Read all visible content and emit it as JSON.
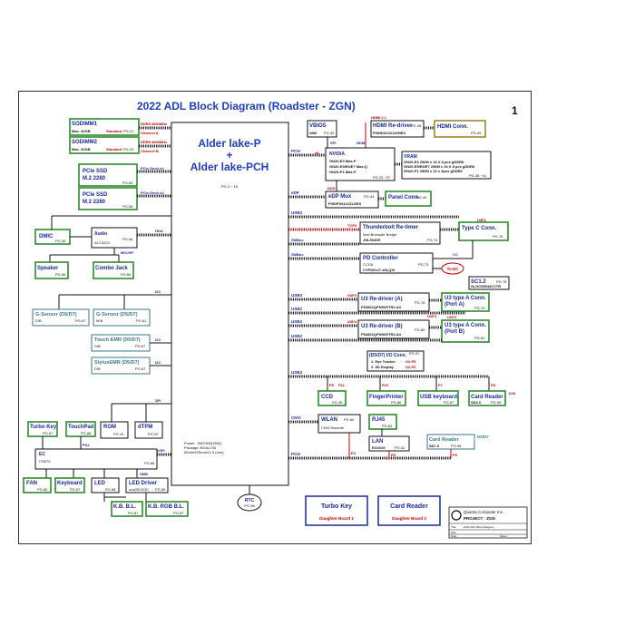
{
  "page_number": "1",
  "title": "2022 ADL Block Diagram (Roadster - ZGN)",
  "cpu": {
    "line1": "Alder lake-P",
    "plus": "+",
    "line2": "Alder lake-PCH",
    "page": "PG.2 ~ 15",
    "note1": "Power : 9W/15W(45W)",
    "note2": "Package: BGA1744",
    "note3": "50mmX25mmX1.3 (mm)"
  },
  "sodimm1": {
    "name": "SODIMM1",
    "cap": "Max. 32GB",
    "tag": "Standard",
    "page": "PG.21",
    "bus": "DDR5 4800MHz",
    "ch": "Channel A"
  },
  "sodimm2": {
    "name": "SODIMM2",
    "cap": "Max. 32GB",
    "tag": "Standard",
    "page": "PG.22",
    "bus": "DDR5 4800MHz",
    "ch": "Channel B"
  },
  "ssd1": {
    "name": "PCIe SSD",
    "form": "M.2 2280",
    "page": "PG.53",
    "bus": "PCIe Gen4 x4"
  },
  "ssd2": {
    "name": "PCIe SSD",
    "form": "M.2 2280",
    "page": "PG.55",
    "bus": "PCIe Gen4 x4"
  },
  "dmic": {
    "name": "DMIC",
    "page": "PG.45"
  },
  "audio": {
    "name": "Audio",
    "chip": "ALC3224",
    "page": "PG.64",
    "bus": "HDA",
    "mic": "MIC/HP"
  },
  "speaker": {
    "name": "Speaker",
    "page": "PG.66"
  },
  "combo": {
    "name": "Combo Jack",
    "page": "PG.66"
  },
  "gsensor1": {
    "name": "G-Sensor (D5/D7)",
    "sub": "D/B",
    "page": "PG.67"
  },
  "gsensor2": {
    "name": "G-Sensor (D5/D7)",
    "sub": "M/B",
    "page": "PG.61"
  },
  "touch_emr": {
    "name": "Touch EMR (D5/D7)",
    "sub": "D/B",
    "page": "PG.67"
  },
  "stylus_emr": {
    "name": "StylusEMR (D5/D7)",
    "sub": "D/B",
    "page": "PG.67"
  },
  "bus_i2c": "I2C",
  "bus_spi": "SPI",
  "bus_espi": "eSPI",
  "bus_smb": "SMB",
  "bus_ps2": "PS2",
  "turbo_key": {
    "name": "Turbo Key",
    "page": "PG.67"
  },
  "touchpad": {
    "name": "TouchPad",
    "page": "PG.86"
  },
  "rom": {
    "name": "ROM",
    "page": "PG.19"
  },
  "dtpm": {
    "name": "dTPM",
    "page": "PG.20"
  },
  "ec": {
    "name": "EC",
    "chip": "IT5570",
    "page": "PG.86"
  },
  "fan": {
    "name": "FAN",
    "page": "PG.85"
  },
  "keyboard": {
    "name": "Keyboard",
    "page": "PG.87"
  },
  "led": {
    "name": "LED",
    "page": "PG.88"
  },
  "led_driver": {
    "name": "LED Driver",
    "chip": "onsiSK3130",
    "page": "PG.89"
  },
  "kb_bl": {
    "name": "K.B. B.L.",
    "page": "PG.87"
  },
  "kb_rgb": {
    "name": "K.B. RGB B.L.",
    "page": "PG.87"
  },
  "rtc": {
    "name": "RTC",
    "page": "PG.56"
  },
  "vbios": {
    "name": "VBIOS",
    "size": "16M",
    "page": "PG.30"
  },
  "hdmi_redriver": {
    "name": "HDMI Re-driver",
    "page": "PG.48",
    "chip": "PI3HDX12211ZHEX",
    "bus": "HDMI 2.1",
    "hdmi": "HDMI"
  },
  "hdmi_conn": {
    "name": "HDMI Conn.",
    "page": "PG.49"
  },
  "nvidia": {
    "name": "NVIDIA",
    "l1": "GN20-E3 Max-P",
    "l2": "GN20-E5/E6/E7 Max-Q",
    "l3": "GN20-P1 Max-P",
    "page": "PG.25 ~37"
  },
  "vram": {
    "name": "VRAM",
    "l1": "GN20-E3 256M x 16 X 8 pcs gDDR6",
    "l2": "GN20-E5/E6/E7 256M x 16 X 8 pcs gDDR6",
    "l3": "GN20-P1 256M x 16 x 4pcs gDDR6",
    "page": "PG.38 ~41"
  },
  "bus_pcie": "PCIe",
  "bus_edp": "eDP",
  "bus_dds": "DDS",
  "bus_usb2": "USB2",
  "bus_usb3": "USB3",
  "bus_smbus": "SMBus",
  "bus_cc": "CC",
  "edp_mux": {
    "name": "eDP Mux",
    "page": "PG.44",
    "chip": "PI3DPX6121ZLDEX"
  },
  "panel": {
    "name": "Panel Conn.",
    "page": "PG.45"
  },
  "tbt": {
    "name": "Thunderbolt Re-timer",
    "chip": "Intel Burnside Bridge",
    "chip2": "JHL9040R",
    "page": "PG.74",
    "tcp": "TCP0"
  },
  "typec": {
    "name": "Type C Conn.",
    "page": "PG.76",
    "port": "U3P1"
  },
  "pd": {
    "name": "PD Controller",
    "chip": "CCG6",
    "chip2": "CYPD6127-40LQXI",
    "page": "PG.73"
  },
  "to_ec": "To EC",
  "sc": {
    "name": "SC1.2",
    "page": "PG.78",
    "chip": "SLGC55544CVTR"
  },
  "u3_a": {
    "name": "U3 Re-driver (A)",
    "chip": "PS8811QFN50GTR2-A3",
    "page": "PG.78",
    "port": "U3P3"
  },
  "u3_b": {
    "name": "U3 Re-driver (B)",
    "chip": "PS8811QFN50GTR2-A3",
    "page": "PG.80",
    "port": "U3P4"
  },
  "usba_a": {
    "name": "U3 type A Conn.",
    "sub": "(Port A)",
    "page": "PG.79",
    "port": "U2P3"
  },
  "usba_b": {
    "name": "U3 type A Conn.",
    "sub": "(Port B)",
    "page": "PG.81",
    "port": "U2P4"
  },
  "io_conn": {
    "name": "(D5/D7) I/O Conn.",
    "page": "PG.97",
    "l1": "1. Eye Tracker",
    "l2": "2. 3D Display",
    "p1": "U2-P5",
    "p2": "U2-P6"
  },
  "ccd": {
    "name": "CCD",
    "page": "PG.45",
    "port": "P5"
  },
  "fingerprinter": {
    "name": "FingerPrinter",
    "page": "PG.86",
    "port": "P10"
  },
  "usb_keyboard": {
    "name": "USB keyboard",
    "page": "PG.67",
    "port": "P7"
  },
  "card_reader": {
    "name": "Card Reader",
    "chip": "SD3.0",
    "page": "PG.95",
    "port": "P8",
    "db": "D.B."
  },
  "bus_cnvi": "CNVi",
  "wlan": {
    "name": "WLAN",
    "page": "PG.60",
    "sub": "CNVi Discrete"
  },
  "rj45": {
    "name": "RJ45",
    "page": "PG.63"
  },
  "lan": {
    "name": "LAN",
    "chip": "E3100G",
    "page": "PG.62"
  },
  "card_reader2": {
    "name": "Card Reader",
    "chip": "SD7.0",
    "page": "PG.95",
    "tag": "D5/D7"
  },
  "pcie_ports": {
    "p4": "P4",
    "p8": "P8",
    "p9": "P9",
    "p11": "P11"
  },
  "turbo_db": {
    "name": "Turbo Key",
    "sub": "Daughter Board 1"
  },
  "card_db": {
    "name": "Card Reader",
    "sub": "Daughter Board 2"
  },
  "quanta": {
    "company": "Quanta Computer Inc.",
    "project": "PROJECT : ZGN",
    "title_label": "Title",
    "doc_title": "2022 ADL Block Diagram",
    "size_label": "Size",
    "date_label": "Date",
    "sheet_label": "Sheet"
  },
  "colors": {
    "title_blue": "#1f3fbf",
    "box_green": "#2e8b2e",
    "box_olive": "#9a8a2a",
    "red": "#cc0000",
    "teal": "#3a7a8a",
    "navy": "#1a2a9a"
  }
}
